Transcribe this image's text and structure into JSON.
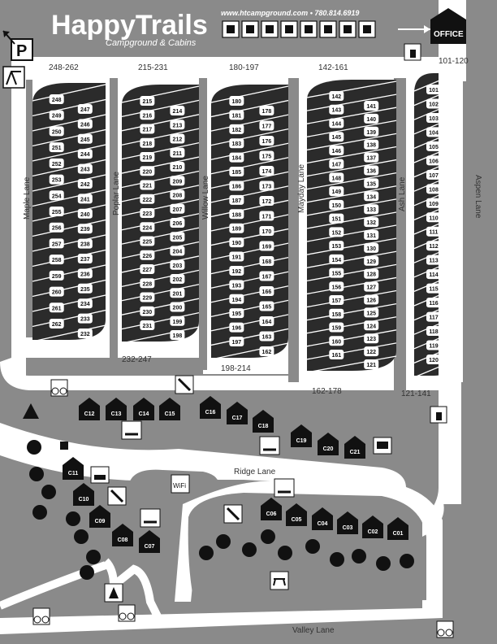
{
  "header": {
    "logo_text": "HappyTrails",
    "logo_subtitle": "Campground & Cabins",
    "website": "www.htcampground.com",
    "separator": "•",
    "phone": "780.814.6919",
    "office_label": "OFFICE",
    "amenity_icons": [
      "cart-icon",
      "firewood-icon",
      "restroom-icon",
      "no-dogs-icon",
      "wifi-icon",
      "dump-station-icon",
      "laundry-icon",
      "coffee-icon"
    ]
  },
  "parking": {
    "label": "P"
  },
  "lanes": [
    {
      "name": "Maple Lane",
      "top_range": "248-262",
      "sites": [
        "248",
        "249",
        "250",
        "251",
        "252",
        "253",
        "254",
        "255",
        "256",
        "257",
        "258",
        "259",
        "260",
        "261",
        "262"
      ],
      "right_sites": [
        "247",
        "246",
        "245",
        "244",
        "243",
        "242",
        "241",
        "240",
        "239",
        "238",
        "237",
        "236",
        "235",
        "234",
        "233",
        "232"
      ],
      "bottom_range": "232-247"
    },
    {
      "name": "Poplar Lane",
      "top_range": "215-231",
      "sites": [
        "215",
        "216",
        "217",
        "218",
        "219",
        "220",
        "221",
        "222",
        "223",
        "224",
        "225",
        "226",
        "227",
        "228",
        "229",
        "230",
        "231"
      ],
      "right_sites": [
        "214",
        "213",
        "212",
        "211",
        "210",
        "209",
        "208",
        "207",
        "206",
        "205",
        "204",
        "203",
        "202",
        "201",
        "200",
        "199",
        "198"
      ],
      "bottom_range": "198-214"
    },
    {
      "name": "Willow Lane",
      "top_range": "180-197",
      "sites": [
        "180",
        "181",
        "182",
        "183",
        "184",
        "185",
        "186",
        "187",
        "188",
        "189",
        "190",
        "191",
        "192",
        "193",
        "194",
        "195",
        "196",
        "197"
      ],
      "right_sites": [
        "178",
        "177",
        "176",
        "175",
        "174",
        "173",
        "172",
        "171",
        "170",
        "169",
        "168",
        "167",
        "166",
        "165",
        "164",
        "163",
        "162"
      ],
      "bottom_range": "162-178"
    },
    {
      "name": "Mayday Lane",
      "top_range": "142-161",
      "sites": [
        "142",
        "143",
        "144",
        "145",
        "146",
        "147",
        "148",
        "149",
        "150",
        "151",
        "152",
        "153",
        "154",
        "155",
        "156",
        "157",
        "158",
        "159",
        "160",
        "161"
      ],
      "right_sites": [
        "141",
        "140",
        "139",
        "138",
        "137",
        "136",
        "135",
        "134",
        "133",
        "132",
        "131",
        "130",
        "129",
        "128",
        "127",
        "126",
        "125",
        "124",
        "123",
        "122",
        "121"
      ],
      "bottom_range": "121-141"
    },
    {
      "name": "Ash Lane",
      "top_range": "101-120",
      "sites": [
        "101",
        "102",
        "103",
        "104",
        "105",
        "106",
        "107",
        "108",
        "109",
        "110",
        "111",
        "112",
        "113",
        "114",
        "115",
        "116",
        "117",
        "118",
        "119",
        "120"
      ],
      "right_sites": [],
      "bottom_range": ""
    }
  ],
  "aspen_lane": "Aspen Lane",
  "roads": {
    "ridge": "Ridge Lane",
    "valley": "Valley Lane"
  },
  "cabins": [
    "C01",
    "C02",
    "C03",
    "C04",
    "C05",
    "C06",
    "C07",
    "C08",
    "C09",
    "C10",
    "C11",
    "C12",
    "C13",
    "C14",
    "C15",
    "C16",
    "C17",
    "C18",
    "C19",
    "C20",
    "C21"
  ]
}
